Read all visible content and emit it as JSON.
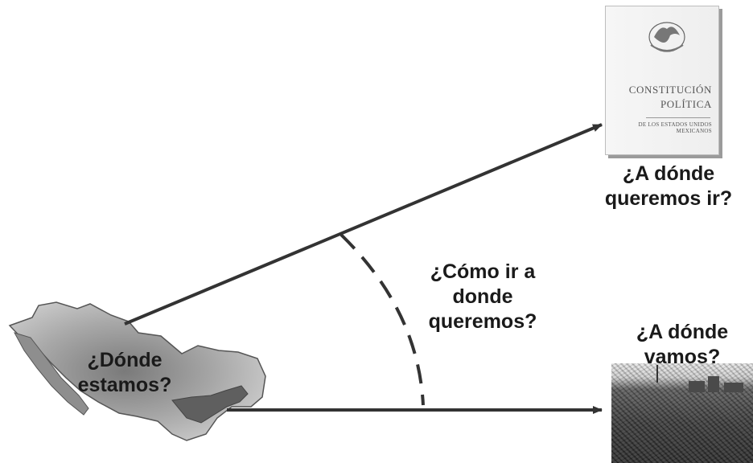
{
  "labels": {
    "current_state": "¿Dónde estamos?",
    "how_to_get_there": "¿Cómo ir a donde queremos?",
    "where_we_want_to_go": "¿A dónde queremos ir?",
    "where_we_are_going": "¿A dónde vamos?"
  },
  "constitution_cover": {
    "title_line1": "CONSTITUCIÓN",
    "title_line2": "POLÍTICA",
    "subtitle": "DE LOS ESTADOS UNIDOS MEXICANOS"
  },
  "colors": {
    "arrow": "#333333",
    "map_fill": "#a9a9a9",
    "map_outline": "#555555",
    "text": "#1a1a1a"
  }
}
